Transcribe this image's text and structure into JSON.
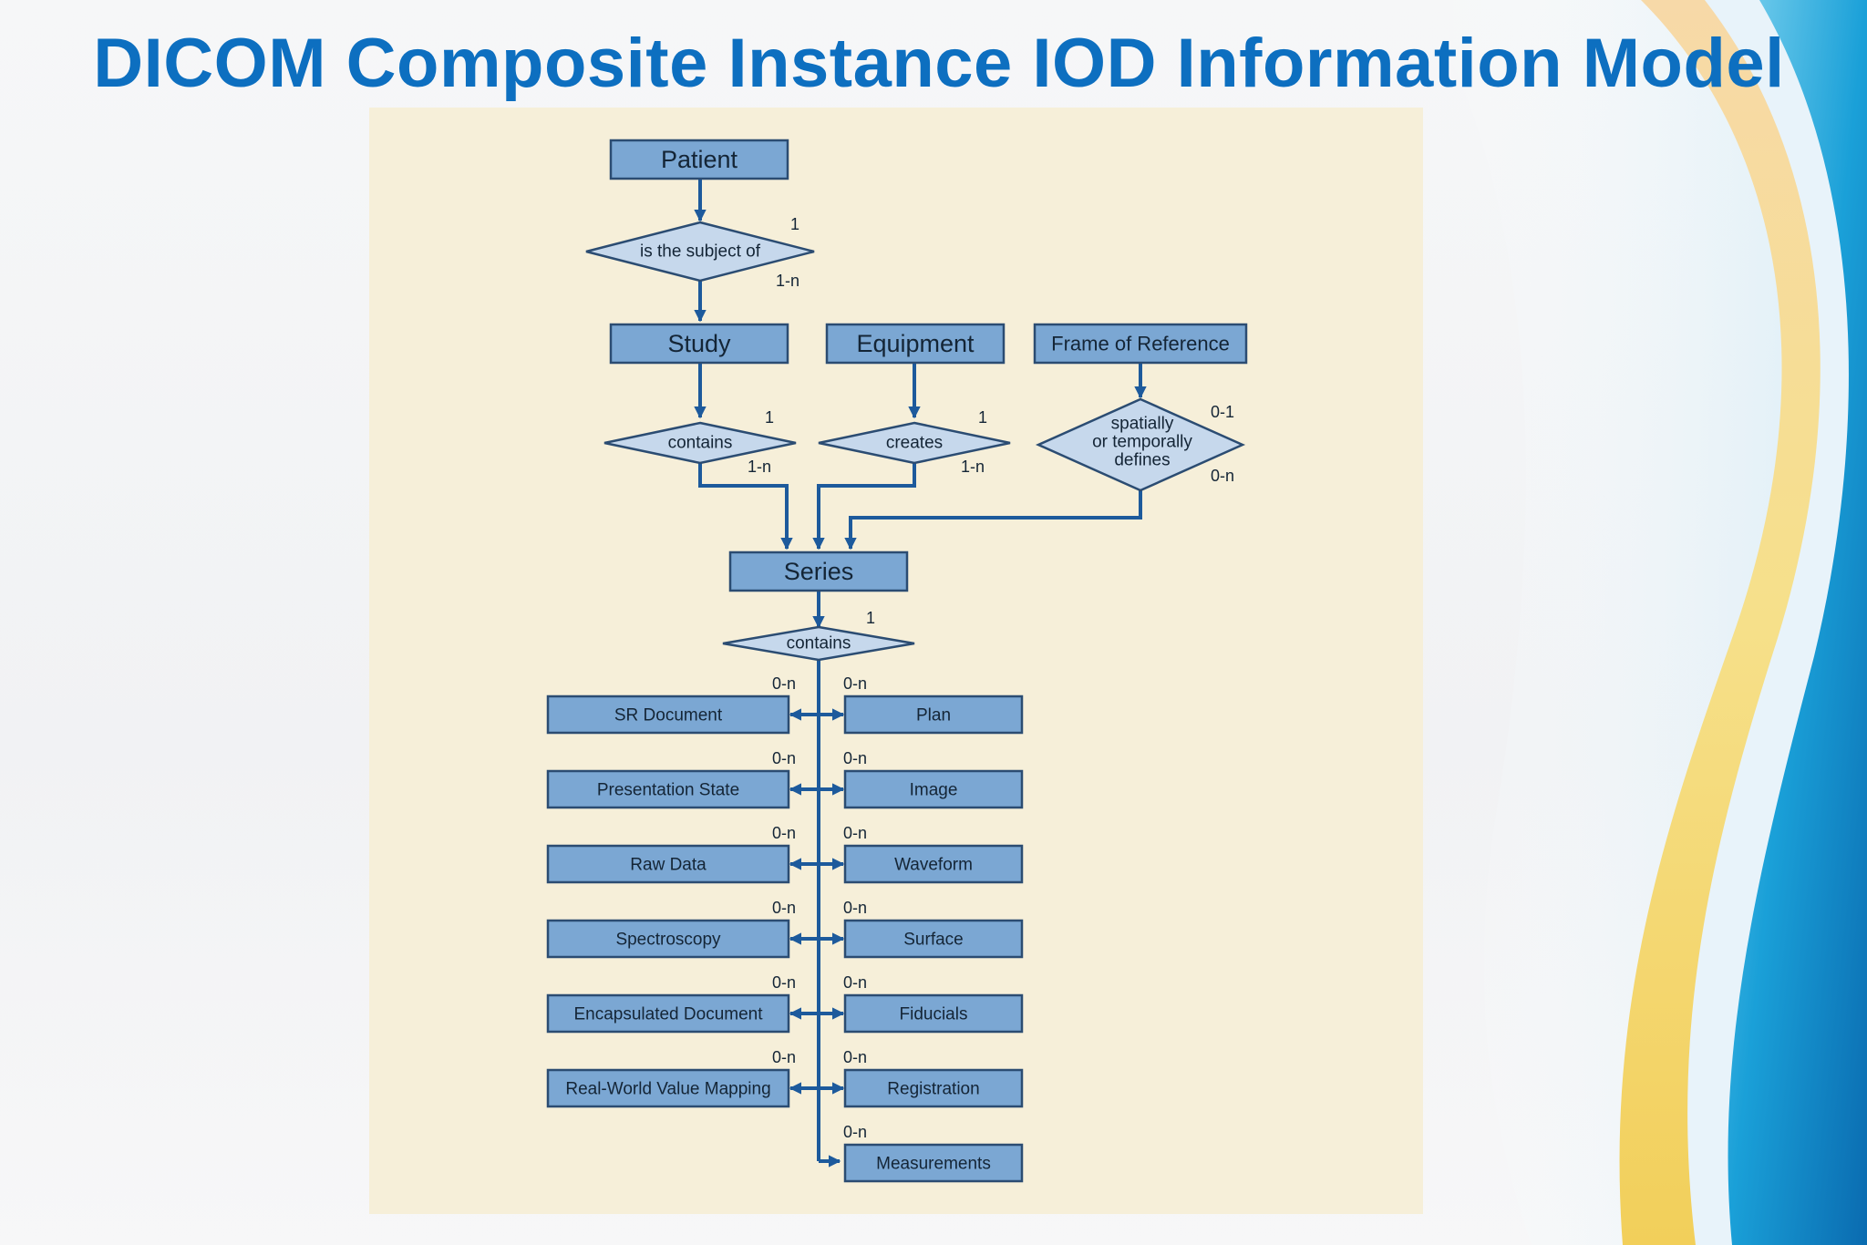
{
  "slide": {
    "title": "DICOM Composite Instance IOD Information Model"
  },
  "diagram": {
    "entities": {
      "patient": "Patient",
      "study": "Study",
      "equipment": "Equipment",
      "frame_of_reference": "Frame of Reference",
      "series": "Series"
    },
    "relations": {
      "subject_of": {
        "label": "is the subject of",
        "card_top": "1",
        "card_bottom": "1-n"
      },
      "study_contains": {
        "label": "contains",
        "card_top": "1",
        "card_bottom": "1-n"
      },
      "creates": {
        "label": "creates",
        "card_top": "1",
        "card_bottom": "1-n"
      },
      "spatially": {
        "label_lines": [
          "spatially",
          "or temporally",
          "defines"
        ],
        "card_top": "0-1",
        "card_bottom": "0-n"
      },
      "series_contains": {
        "label": "contains",
        "card_top": "1"
      }
    },
    "left_instances": [
      {
        "label": "SR Document",
        "card": "0-n"
      },
      {
        "label": "Presentation State",
        "card": "0-n"
      },
      {
        "label": "Raw Data",
        "card": "0-n"
      },
      {
        "label": "Spectroscopy",
        "card": "0-n"
      },
      {
        "label": "Encapsulated Document",
        "card": "0-n"
      },
      {
        "label": "Real-World Value Mapping",
        "card": "0-n"
      }
    ],
    "right_instances": [
      {
        "label": "Plan",
        "card": "0-n"
      },
      {
        "label": "Image",
        "card": "0-n"
      },
      {
        "label": "Waveform",
        "card": "0-n"
      },
      {
        "label": "Surface",
        "card": "0-n"
      },
      {
        "label": "Fiducials",
        "card": "0-n"
      },
      {
        "label": "Registration",
        "card": "0-n"
      },
      {
        "label": "Measurements",
        "card": "0-n"
      }
    ],
    "colors": {
      "box_fill": "#7ba7d3",
      "diamond_fill": "#c6d8ec",
      "connector": "#1d5a9c",
      "panel_bg": "#f6efd9",
      "title": "#0d6fc0"
    }
  }
}
